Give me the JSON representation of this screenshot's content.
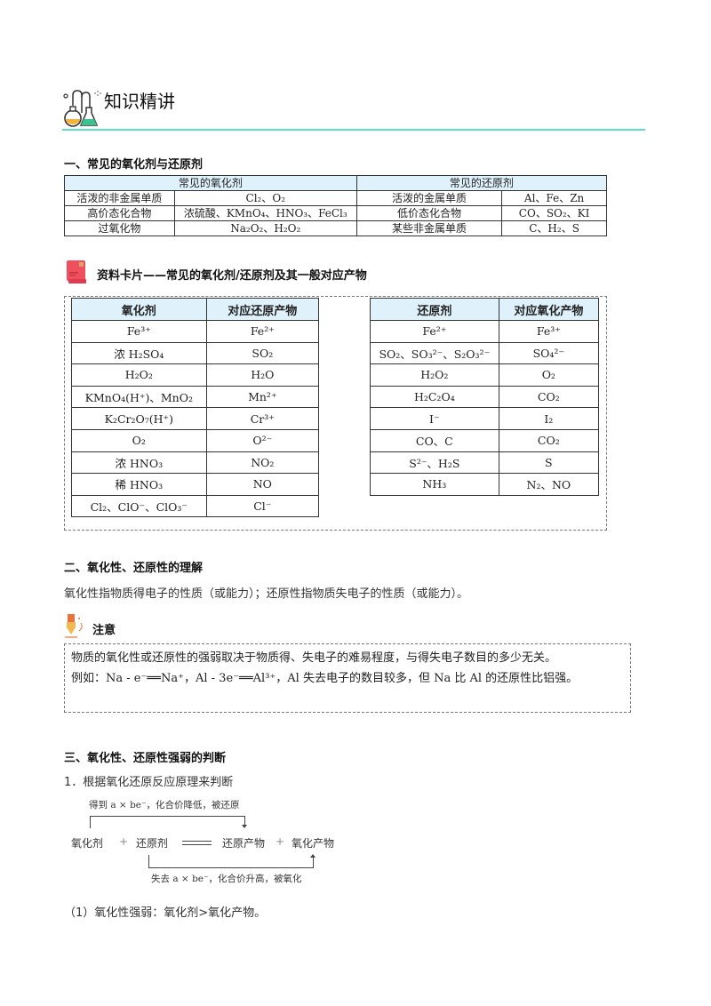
{
  "header": {
    "icon": "lab-flask-icon",
    "title": "知识精讲",
    "accent_color": "#5ee0c0"
  },
  "section1": {
    "title": "一、常见的氧化剂与还原剂",
    "oxidants_header": "常见的氧化剂",
    "reductants_header": "常见的还原剂",
    "rows": [
      {
        "ox_cat": "活泼的非金属单质",
        "ox_ex": "Cl₂、O₂",
        "red_cat": "活泼的金属单质",
        "red_ex": "Al、Fe、Zn"
      },
      {
        "ox_cat": "高价态化合物",
        "ox_ex": "浓硫酸、KMnO₄、HNO₃、FeCl₃",
        "red_cat": "低价态化合物",
        "red_ex": "CO、SO₂、KI"
      },
      {
        "ox_cat": "过氧化物",
        "ox_ex": "Na₂O₂、H₂O₂",
        "red_cat": "某些非金属单质",
        "red_ex": "C、H₂、S"
      }
    ],
    "header_bg": "#dff1fb"
  },
  "card": {
    "icon": "book-card-icon",
    "title": "资料卡片——常见的氧化剂/还原剂及其一般对应产物",
    "oxidant_table": {
      "headers": [
        "氧化剂",
        "对应还原产物"
      ],
      "rows": [
        [
          "Fe³⁺",
          "Fe²⁺"
        ],
        [
          "浓 H₂SO₄",
          "SO₂"
        ],
        [
          "H₂O₂",
          "H₂O"
        ],
        [
          "KMnO₄(H⁺)、MnO₂",
          "Mn²⁺"
        ],
        [
          "K₂Cr₂O₇(H⁺)",
          "Cr³⁺"
        ],
        [
          "O₂",
          "O²⁻"
        ],
        [
          "浓 HNO₃",
          "NO₂"
        ],
        [
          "稀 HNO₃",
          "NO"
        ],
        [
          "Cl₂、ClO⁻、ClO₃⁻",
          "Cl⁻"
        ]
      ]
    },
    "reductant_table": {
      "headers": [
        "还原剂",
        "对应氧化产物"
      ],
      "rows": [
        [
          "Fe²⁺",
          "Fe³⁺"
        ],
        [
          "SO₂、SO₃²⁻、S₂O₃²⁻",
          "SO₄²⁻"
        ],
        [
          "H₂O₂",
          "O₂"
        ],
        [
          "H₂C₂O₄",
          "CO₂"
        ],
        [
          "I⁻",
          "I₂"
        ],
        [
          "CO、C",
          "CO₂"
        ],
        [
          "S²⁻、H₂S",
          "S"
        ],
        [
          "NH₃",
          "N₂、NO"
        ]
      ]
    }
  },
  "section2": {
    "title": "二、氧化性、还原性的理解",
    "body": "氧化性指物质得电子的性质（或能力）；还原性指物质失电子的性质（或能力）。"
  },
  "note": {
    "icon": "pen-note-icon",
    "title": "注意",
    "line1": "物质的氧化性或还原性的强弱取决于物质得、失电子的难易程度，与得失电子数目的多少无关。",
    "line2": "例如：Na - e⁻══Na⁺，Al - 3e⁻══Al³⁺，Al 失去电子的数目较多，但 Na 比 Al 的还原性比铝强。"
  },
  "section3": {
    "title": "三、氧化性、还原性强弱的判断",
    "sub1": "1．根据氧化还原反应原理来判断",
    "diagram": {
      "top_label": "得到 a × be⁻，化合价降低，被还原",
      "bottom_label": "失去 a × be⁻，化合价升高，被氧化",
      "terms": [
        "氧化剂",
        "+",
        "还原剂",
        "══",
        "还原产物",
        "+",
        "氧化产物"
      ]
    },
    "point1": "（1）氧化性强弱：氧化剂>氧化产物。"
  }
}
